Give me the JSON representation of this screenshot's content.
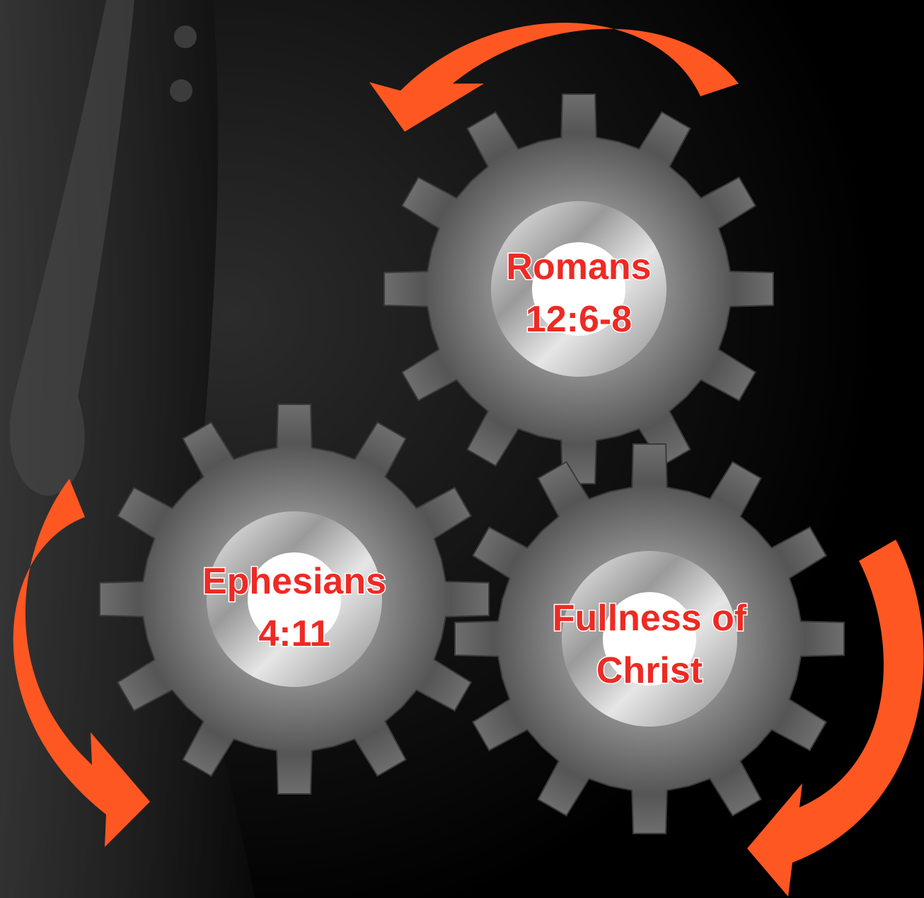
{
  "diagram": {
    "background_color": "#000000",
    "arrow_color": "#ff5722",
    "label_color": "#ee2a24",
    "gears": [
      {
        "id": "romans",
        "lines": [
          "Romans",
          "12:6-8"
        ]
      },
      {
        "id": "ephesians",
        "lines": [
          "Ephesians",
          "4:11"
        ]
      },
      {
        "id": "fullness",
        "lines": [
          "Fullness of",
          "Christ"
        ]
      }
    ],
    "arrows": [
      {
        "id": "top",
        "icon": "curved-arrow-left-icon"
      },
      {
        "id": "left",
        "icon": "curved-arrow-down-icon"
      },
      {
        "id": "right",
        "icon": "curved-arrow-down-icon"
      }
    ]
  }
}
